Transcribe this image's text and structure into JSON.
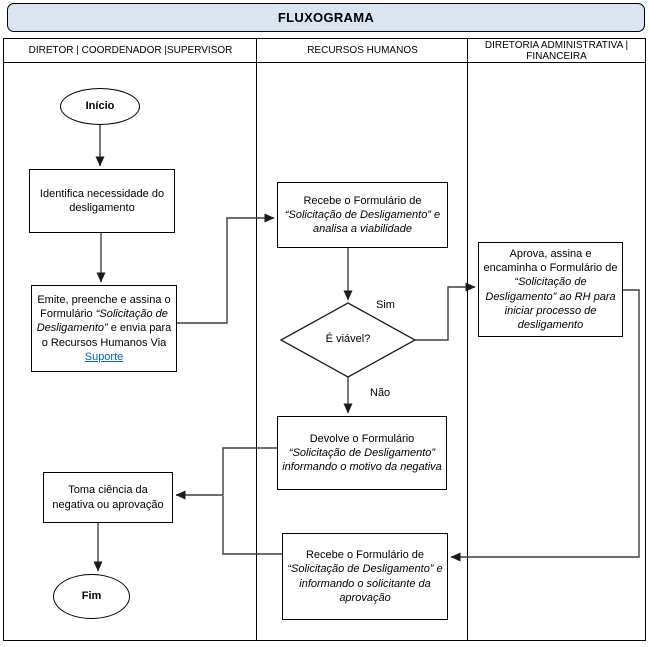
{
  "title": "FLUXOGRAMA",
  "lanes": [
    {
      "label": "DIRETOR | COORDENADOR |SUPERVISOR"
    },
    {
      "label": "RECURSOS HUMANOS"
    },
    {
      "label": "DIRETORIA ADMINISTRATIVA | FINANCEIRA"
    }
  ],
  "nodes": {
    "inicio": {
      "label": "Início"
    },
    "identifica": {
      "text": "Identifica necessidade do desligamento"
    },
    "emite": {
      "part1": "Emite, preenche e assina o Formulário ",
      "part2_italic": "“Solicitação de Desligamento”",
      "part3": " e envia para o Recursos Humanos Via ",
      "link": "Suporte"
    },
    "recebe_analisa": {
      "part1": "Recebe o Formulário de ",
      "part2_italic": "“Solicitação de Desligamento” e analisa a viabilidade"
    },
    "decisao": {
      "label": "É viável?",
      "sim": "Sim",
      "nao": "Não"
    },
    "aprova": {
      "part1": "Aprova, assina e encaminha o Formulário de ",
      "part2_italic": "“Solicitação de Desligamento” ao RH para iniciar processo de desligamento"
    },
    "devolve": {
      "part1": "Devolve o Formulário ",
      "part2_italic": "“Solicitação de Desligamento” informando o motivo da negativa"
    },
    "toma_ciencia": {
      "text": "Toma ciência da negativa ou aprovação"
    },
    "recebe_aprovacao": {
      "part1": "Recebe o Formulário de ",
      "part2_italic": "“Solicitação de Desligamento” e informando o solicitante da aprovação"
    },
    "fim": {
      "label": "Fim"
    }
  },
  "colors": {
    "title_bg": "#dbe5f1",
    "border": "#000000",
    "connector": "#3f3f3f",
    "link": "#0563c1"
  }
}
